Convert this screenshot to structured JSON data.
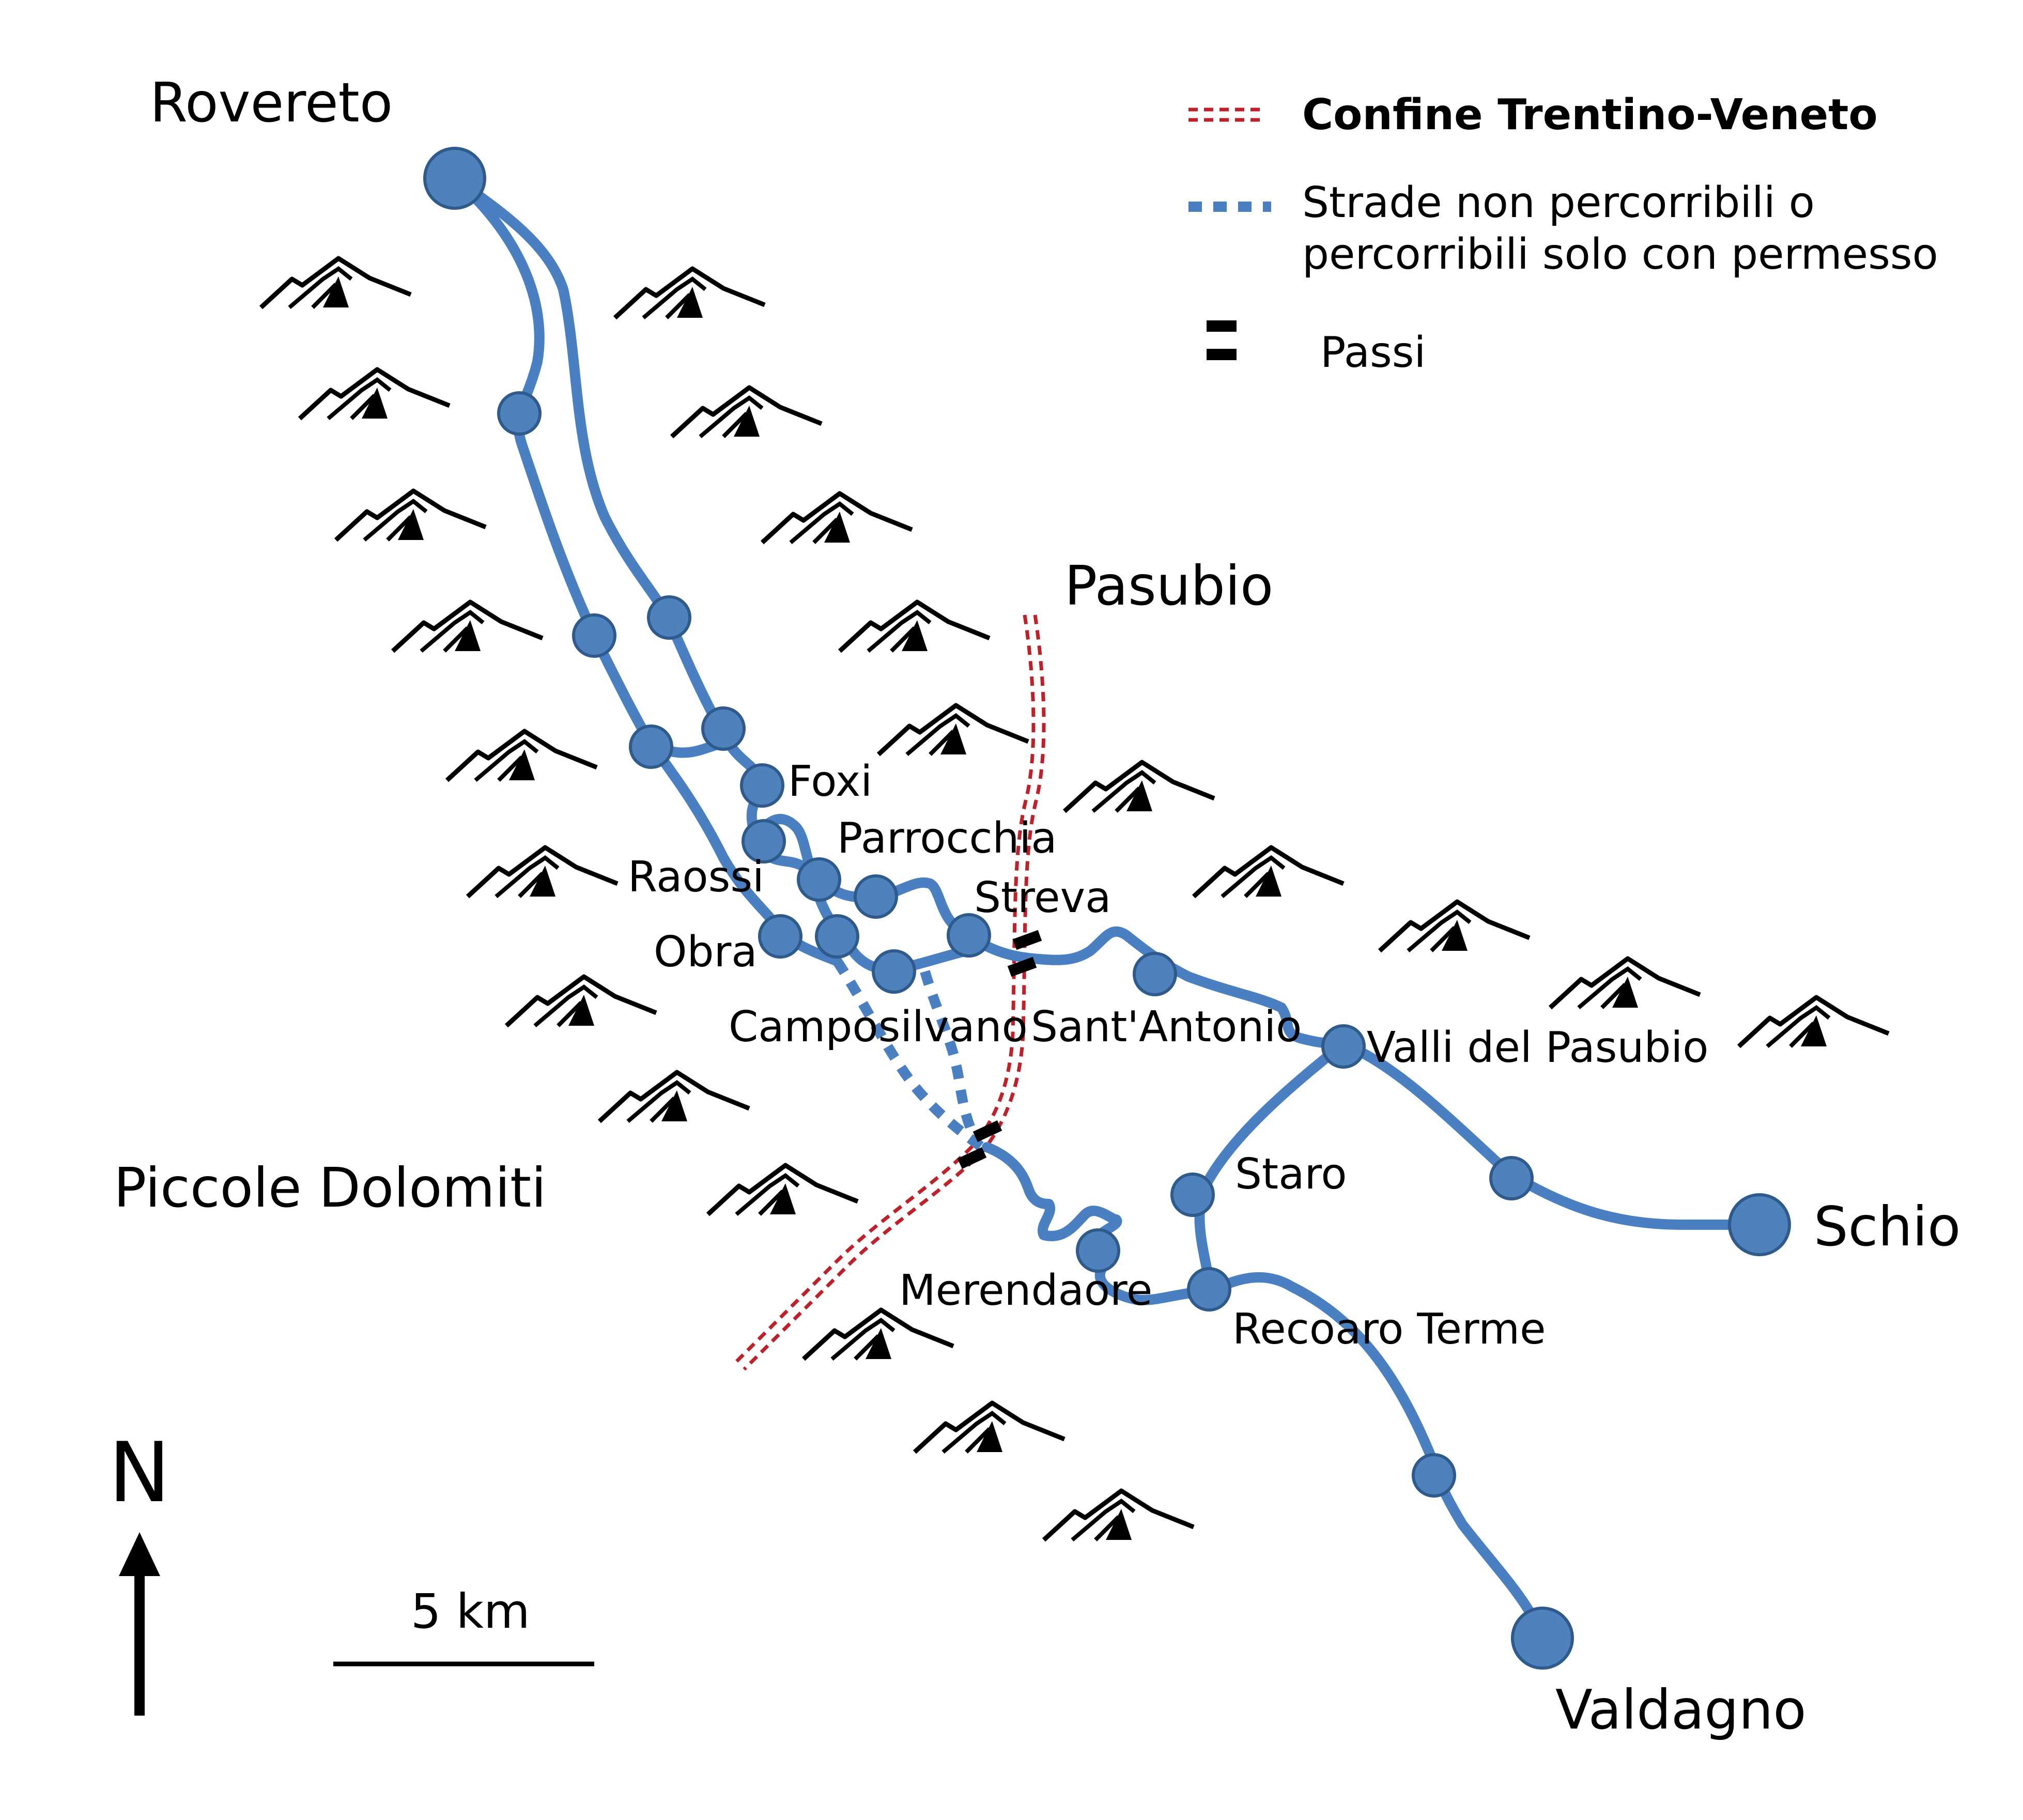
{
  "colors": {
    "road": "#4a7fc1",
    "node_fill": "#4f81bd",
    "node_stroke": "#2e5a8c",
    "border": "#c0202a",
    "pass": "#000000",
    "mountain": "#000000"
  },
  "regions": {
    "rovereto": "Rovereto",
    "pasubio": "Pasubio",
    "piccole_dolomiti": "Piccole Dolomiti",
    "schio": "Schio",
    "valdagno": "Valdagno"
  },
  "places": {
    "foxi": "Foxi",
    "parrocchia": "Parrocchia",
    "raossi": "Raossi",
    "streva": "Streva",
    "obra": "Obra",
    "camposilvano": "Camposilvano",
    "sant_antonio": "Sant'Antonio",
    "valli_del_pasubio": "Valli del Pasubio",
    "staro": "Staro",
    "merendaore": "Merendaore",
    "recoaro_terme": "Recoaro Terme"
  },
  "legend": {
    "border": "Confine Trentino-Veneto",
    "closed_roads_1": "Strade non percorribili o",
    "closed_roads_2": "percorribili solo con permesso",
    "passes": "Passi"
  },
  "compass": {
    "north": "N"
  },
  "scale": {
    "label": "5 km"
  }
}
